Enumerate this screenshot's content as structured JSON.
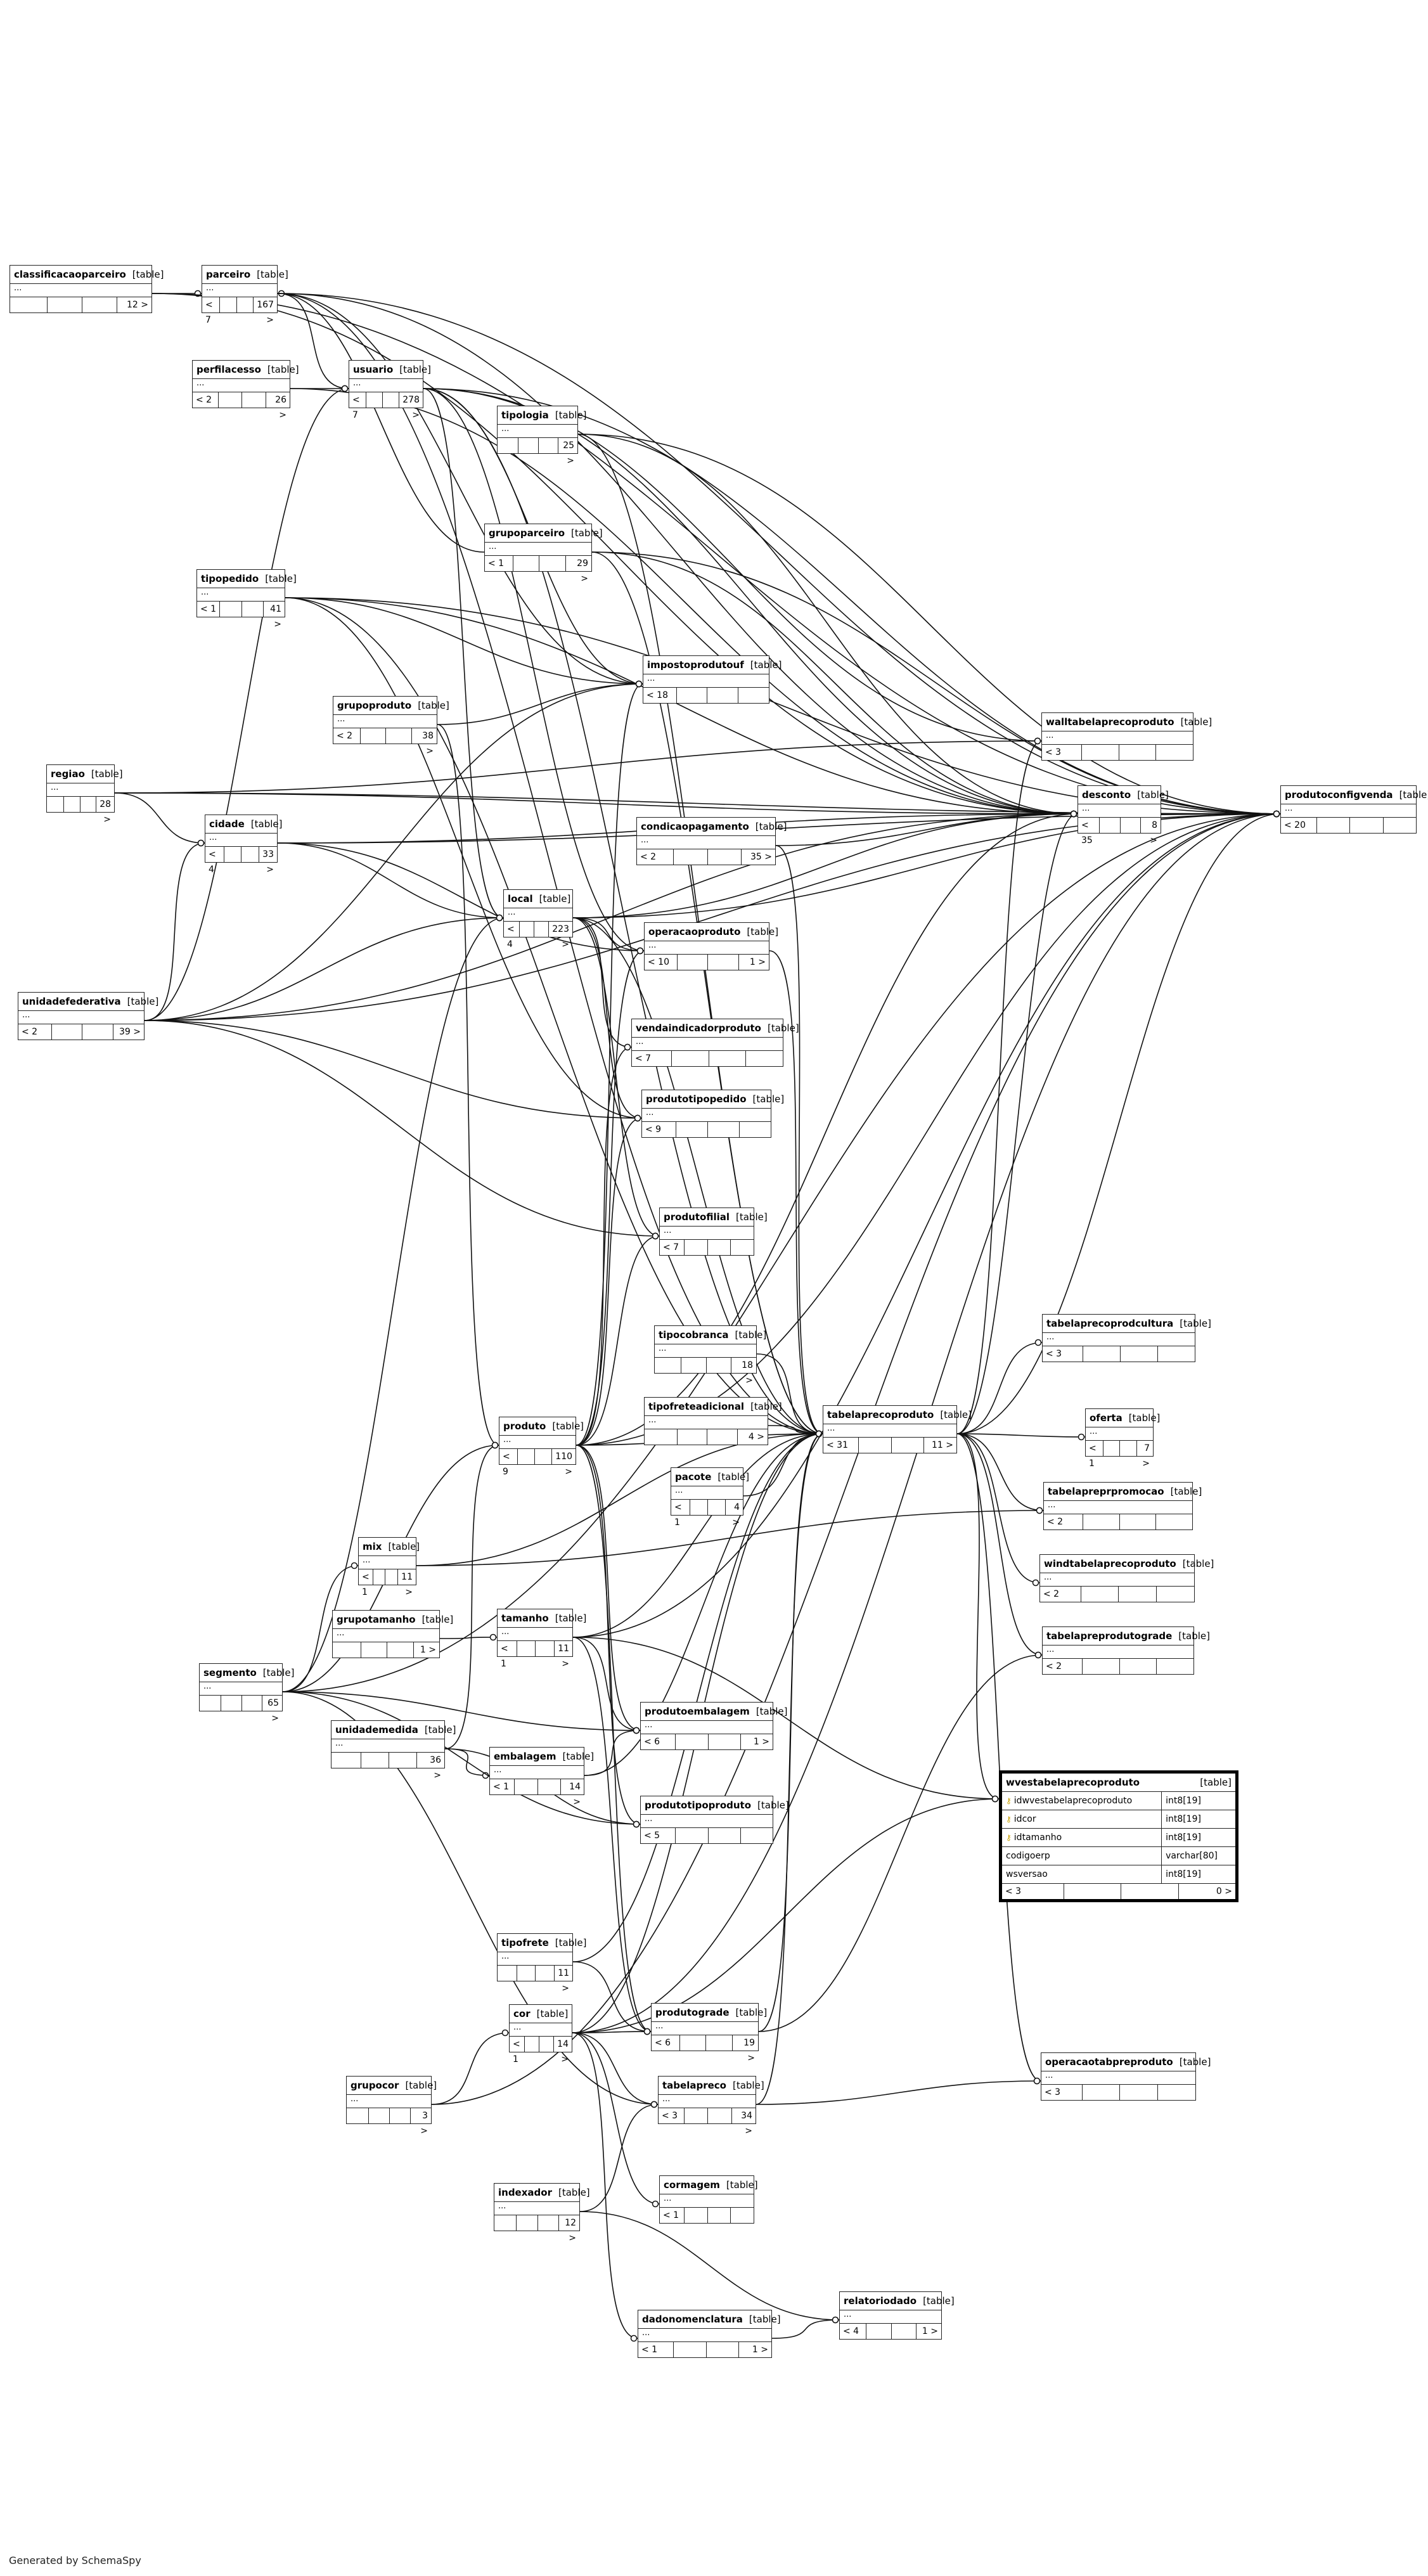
{
  "diagram": {
    "tables": [
      {
        "id": "classificacaoparceiro",
        "name": "classificacaoparceiro",
        "tag": "[table]",
        "parents": "",
        "children": "12 >"
      },
      {
        "id": "parceiro",
        "name": "parceiro",
        "tag": "[table]",
        "parents": "< 7",
        "children": "167 >"
      },
      {
        "id": "perfilacesso",
        "name": "perfilacesso",
        "tag": "[table]",
        "parents": "< 2",
        "children": "26 >"
      },
      {
        "id": "usuario",
        "name": "usuario",
        "tag": "[table]",
        "parents": "< 7",
        "children": "278 >"
      },
      {
        "id": "tipologia",
        "name": "tipologia",
        "tag": "[table]",
        "parents": "",
        "children": "25 >"
      },
      {
        "id": "grupoparceiro",
        "name": "grupoparceiro",
        "tag": "[table]",
        "parents": "< 1",
        "children": "29 >"
      },
      {
        "id": "tipopedido",
        "name": "tipopedido",
        "tag": "[table]",
        "parents": "< 1",
        "children": "41 >"
      },
      {
        "id": "impostoprodutouf",
        "name": "impostoprodutouf",
        "tag": "[table]",
        "parents": "< 18",
        "children": ""
      },
      {
        "id": "grupoproduto",
        "name": "grupoproduto",
        "tag": "[table]",
        "parents": "< 2",
        "children": "38 >"
      },
      {
        "id": "walltabelaprecoproduto",
        "name": "walltabelaprecoproduto",
        "tag": "[table]",
        "parents": "< 3",
        "children": ""
      },
      {
        "id": "regiao",
        "name": "regiao",
        "tag": "[table]",
        "parents": "",
        "children": "28 >"
      },
      {
        "id": "desconto",
        "name": "desconto",
        "tag": "[table]",
        "parents": "< 35",
        "children": "8 >"
      },
      {
        "id": "produtoconfigvenda",
        "name": "produtoconfigvenda",
        "tag": "[table]",
        "parents": "< 20",
        "children": ""
      },
      {
        "id": "cidade",
        "name": "cidade",
        "tag": "[table]",
        "parents": "< 4",
        "children": "33 >"
      },
      {
        "id": "condicaopagamento",
        "name": "condicaopagamento",
        "tag": "[table]",
        "parents": "< 2",
        "children": "35 >"
      },
      {
        "id": "local",
        "name": "local",
        "tag": "[table]",
        "parents": "< 4",
        "children": "223 >"
      },
      {
        "id": "operacaoproduto",
        "name": "operacaoproduto",
        "tag": "[table]",
        "parents": "< 10",
        "children": "1 >"
      },
      {
        "id": "unidadefederativa",
        "name": "unidadefederativa",
        "tag": "[table]",
        "parents": "< 2",
        "children": "39 >"
      },
      {
        "id": "vendaindicadorproduto",
        "name": "vendaindicadorproduto",
        "tag": "[table]",
        "parents": "< 7",
        "children": ""
      },
      {
        "id": "produtotipopedido",
        "name": "produtotipopedido",
        "tag": "[table]",
        "parents": "< 9",
        "children": ""
      },
      {
        "id": "produtofilial",
        "name": "produtofilial",
        "tag": "[table]",
        "parents": "< 7",
        "children": ""
      },
      {
        "id": "tipocobranca",
        "name": "tipocobranca",
        "tag": "[table]",
        "parents": "",
        "children": "18 >"
      },
      {
        "id": "tabelaprecoprodcultura",
        "name": "tabelaprecoprodcultura",
        "tag": "[table]",
        "parents": "< 3",
        "children": ""
      },
      {
        "id": "tipofreteadicional",
        "name": "tipofreteadicional",
        "tag": "[table]",
        "parents": "",
        "children": "4 >"
      },
      {
        "id": "tabelaprecoproduto",
        "name": "tabelaprecoproduto",
        "tag": "[table]",
        "parents": "< 31",
        "children": "11 >"
      },
      {
        "id": "oferta",
        "name": "oferta",
        "tag": "[table]",
        "parents": "< 1",
        "children": "7 >"
      },
      {
        "id": "produto",
        "name": "produto",
        "tag": "[table]",
        "parents": "< 9",
        "children": "110 >"
      },
      {
        "id": "pacote",
        "name": "pacote",
        "tag": "[table]",
        "parents": "< 1",
        "children": "4 >"
      },
      {
        "id": "tabelapreprpromocao",
        "name": "tabelapreprpromocao",
        "tag": "[table]",
        "parents": "< 2",
        "children": ""
      },
      {
        "id": "mix",
        "name": "mix",
        "tag": "[table]",
        "parents": "< 1",
        "children": "11 >"
      },
      {
        "id": "windtabelaprecoproduto",
        "name": "windtabelaprecoproduto",
        "tag": "[table]",
        "parents": "< 2",
        "children": ""
      },
      {
        "id": "grupotamanho",
        "name": "grupotamanho",
        "tag": "[table]",
        "parents": "",
        "children": "1 >"
      },
      {
        "id": "tamanho",
        "name": "tamanho",
        "tag": "[table]",
        "parents": "< 1",
        "children": "11 >"
      },
      {
        "id": "tabelapreprodutograde",
        "name": "tabelapreprodutograde",
        "tag": "[table]",
        "parents": "< 2",
        "children": ""
      },
      {
        "id": "segmento",
        "name": "segmento",
        "tag": "[table]",
        "parents": "",
        "children": "65 >"
      },
      {
        "id": "produtoembalagem",
        "name": "produtoembalagem",
        "tag": "[table]",
        "parents": "< 6",
        "children": "1 >"
      },
      {
        "id": "unidademedida",
        "name": "unidademedida",
        "tag": "[table]",
        "parents": "",
        "children": "36 >"
      },
      {
        "id": "embalagem",
        "name": "embalagem",
        "tag": "[table]",
        "parents": "< 1",
        "children": "14 >"
      },
      {
        "id": "produtotipoproduto",
        "name": "produtotipoproduto",
        "tag": "[table]",
        "parents": "< 5",
        "children": ""
      },
      {
        "id": "tipofrete",
        "name": "tipofrete",
        "tag": "[table]",
        "parents": "",
        "children": "11 >"
      },
      {
        "id": "cor",
        "name": "cor",
        "tag": "[table]",
        "parents": "< 1",
        "children": "14 >"
      },
      {
        "id": "produtograde",
        "name": "produtograde",
        "tag": "[table]",
        "parents": "< 6",
        "children": "19 >"
      },
      {
        "id": "grupocor",
        "name": "grupocor",
        "tag": "[table]",
        "parents": "",
        "children": "3 >"
      },
      {
        "id": "tabelapreco",
        "name": "tabelapreco",
        "tag": "[table]",
        "parents": "< 3",
        "children": "34 >"
      },
      {
        "id": "operacaotabpreproduto",
        "name": "operacaotabpreproduto",
        "tag": "[table]",
        "parents": "< 3",
        "children": ""
      },
      {
        "id": "indexador",
        "name": "indexador",
        "tag": "[table]",
        "parents": "",
        "children": "12 >"
      },
      {
        "id": "cormagem",
        "name": "cormagem",
        "tag": "[table]",
        "parents": "< 1",
        "children": ""
      },
      {
        "id": "relatoriodado",
        "name": "relatoriodado",
        "tag": "[table]",
        "parents": "< 4",
        "children": "1 >"
      },
      {
        "id": "dadonomenclatura",
        "name": "dadonomenclatura",
        "tag": "[table]",
        "parents": "< 1",
        "children": "1 >"
      }
    ],
    "focus_table": {
      "name": "wvestabelaprecoproduto",
      "tag": "[table]",
      "columns": [
        {
          "name": "idwvestabelaprecoproduto",
          "type": "int8[19]",
          "key": true
        },
        {
          "name": "idcor",
          "type": "int8[19]",
          "key": true
        },
        {
          "name": "idtamanho",
          "type": "int8[19]",
          "key": true
        },
        {
          "name": "codigoerp",
          "type": "varchar[80]",
          "key": false
        },
        {
          "name": "wsversao",
          "type": "int8[19]",
          "key": false
        }
      ],
      "parents": "< 3",
      "children": "0 >"
    },
    "ellipsis": "...",
    "footer": "Generated by SchemaSpy"
  }
}
